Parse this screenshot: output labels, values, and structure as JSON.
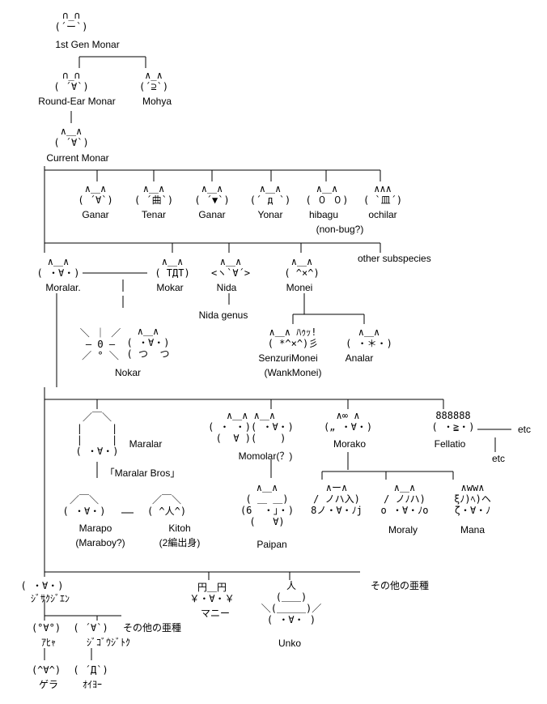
{
  "faces": {
    "gen1": "∩_∩\n(´ー`)",
    "roundear": "∩_∩\n( ´∀`)",
    "mohya": "∧_∧\n(´⊇`)",
    "current": "∧＿∧\n( ´∀`)",
    "ganar1": "∧＿∧\n( ´∀`)",
    "tenar": "∧＿∧\n( ´曲`)",
    "ganar2": "∧＿∧\n( ´▼`)",
    "yonar": "∧＿∧\n(´ д `)",
    "hibagu": "∧＿∧\n( ０ ０)",
    "ochilar": "∧∧∧\n( `皿´)",
    "moralar": "∧＿∧\n( ・∀・)",
    "mokar": "∧＿∧\n( TДT)",
    "nida": "∧＿∧\n<ヽ`∀´>",
    "monei": "∧＿∧\n( ^×^)",
    "nokar_sun": "＼ ｜ ／\n― Θ ―\n／ ° ＼",
    "nokar": "∧＿∧\n( ・∀・)\n( つ  つ",
    "senzuri": "∧＿∧ ﾊｩｯ!\n( *^×^)彡",
    "analar": "∧＿∧\n( ・＊・)",
    "maralar": "／￣＼\n|     |\n|     |\n( ・∀・)",
    "momolar": "∧＿∧ ∧＿∧\n( ・ ・)( ・∀・)\n(  ∀ )(    )",
    "morako": "∧∞ ∧\n(„ ・∀・)",
    "fellatio": "888888\n( ・≧・)",
    "marapo": "／￣＼\n( ・∀・)",
    "kitoh": "／￣＼\n( ^人^)",
    "paipan": "∧＿∧\n( ＿ ＿)\n(6  ・」・)\n(   ∀)",
    "morako1": "∧ー∧\n/ ノハ入)\n8ノ・∀・ﾉj",
    "moraly": "∧＿∧\n/ ノﾉハ)\no ・∀・ﾉo",
    "mana": "∧ww∧\nξﾉ)ﾍ)ヘ\nζ・∀・ﾉ",
    "jisaku": "( ・∀・)",
    "money": "円＿円\n￥・∀・￥",
    "unko": "人\n(＿＿)\n＼(＿＿＿)／\n( ・∀・ )",
    "ahya": "(°∀°)",
    "jigojitoku": "( ´∀`)",
    "gera": "(^∀^)",
    "oiyo": "( ´Д`)"
  },
  "labels": {
    "gen1": "1st Gen Monar",
    "roundear": "Round-Ear Monar",
    "mohya": "Mohya",
    "current": "Current Monar",
    "ganar1": "Ganar",
    "tenar": "Tenar",
    "ganar2": "Ganar",
    "yonar": "Yonar",
    "hibagu": "hibagu",
    "hibagu_sub": "(non-bug?)",
    "ochilar": "ochilar",
    "other_subspecies": "other subspecies",
    "moralar": "Moralar.",
    "mokar": "Mokar",
    "nida": "Nida",
    "monei": "Monei",
    "nida_genus": "Nida genus",
    "nokar": "Nokar",
    "senzuri": "SenzuriMonei",
    "senzuri_sub": "(WankMonei)",
    "analar": "Analar",
    "maralar": "Maralar",
    "maralar_bros": "「Maralar Bros」",
    "momolar": "Momolar(？)",
    "morako": "Morako",
    "fellatio": "Fellatio",
    "etc1": "etc",
    "etc2": "etc",
    "marapo": "Marapo",
    "marapo_sub": "(Maraboy?)",
    "kitoh": "Kitoh",
    "kitoh_sub": "(2編出身)",
    "paipan": "Paipan",
    "moraly": "Moraly",
    "mana": "Mana",
    "jisaku": "ｼﾞｻｸｼﾞｴﾝ",
    "money": "マニー",
    "unko": "Unko",
    "other_subspecies_jp": "その他の亜種",
    "ahya": "ｱﾋｬ",
    "jigojitoku": "ｼﾞｺﾞｳｼﾞﾄｸ",
    "other_subspecies_jp2": "その他の亜種",
    "gera": "ゲラ",
    "oiyo": "ｵｲﾖｰ"
  }
}
